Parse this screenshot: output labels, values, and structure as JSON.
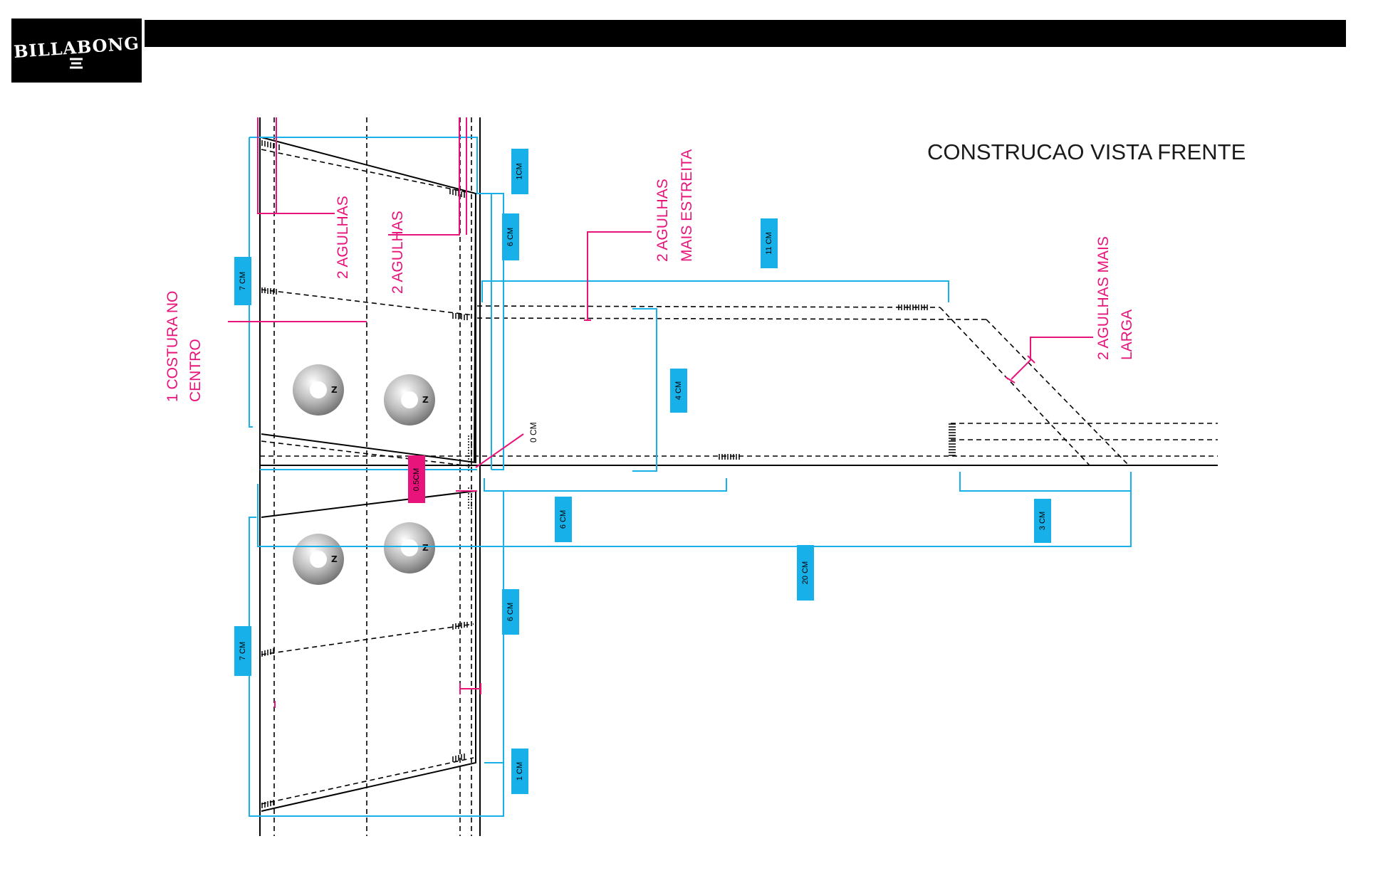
{
  "brand": {
    "logo_text": "BILLABONG"
  },
  "title": "CONSTRUCAO VISTA FRENTE",
  "labels": {
    "agulhas_1": "2 AGULHAS",
    "agulhas_2": "2 AGULHAS",
    "estreita_1": "2 AGULHAS",
    "estreita_2": "MAIS ESTREITA",
    "larga_1": "2 AGULHAS MAIS",
    "larga_2": "LARGA",
    "costura_1": "1 COSTURA  NO",
    "costura_2": "CENTRO",
    "zero_cm": "0 CM"
  },
  "measurements": {
    "m_1cm_top": "1CM",
    "m_6cm_upper": "6 CM",
    "m_7cm_upper": "7 CM",
    "m_11cm": "11 CM",
    "m_4cm": "4 CM",
    "m_05cm": "0.5CM",
    "m_6cm_horizontal": "6 CM",
    "m_3cm": "3 CM",
    "m_20cm": "20 CM",
    "m_6cm_lower": "6 CM",
    "m_7cm_lower": "7 CM",
    "m_1cm_bottom": "1 CM"
  },
  "colors": {
    "measure": "#17b0e8",
    "annotation": "#e8137b",
    "line": "#000000"
  }
}
